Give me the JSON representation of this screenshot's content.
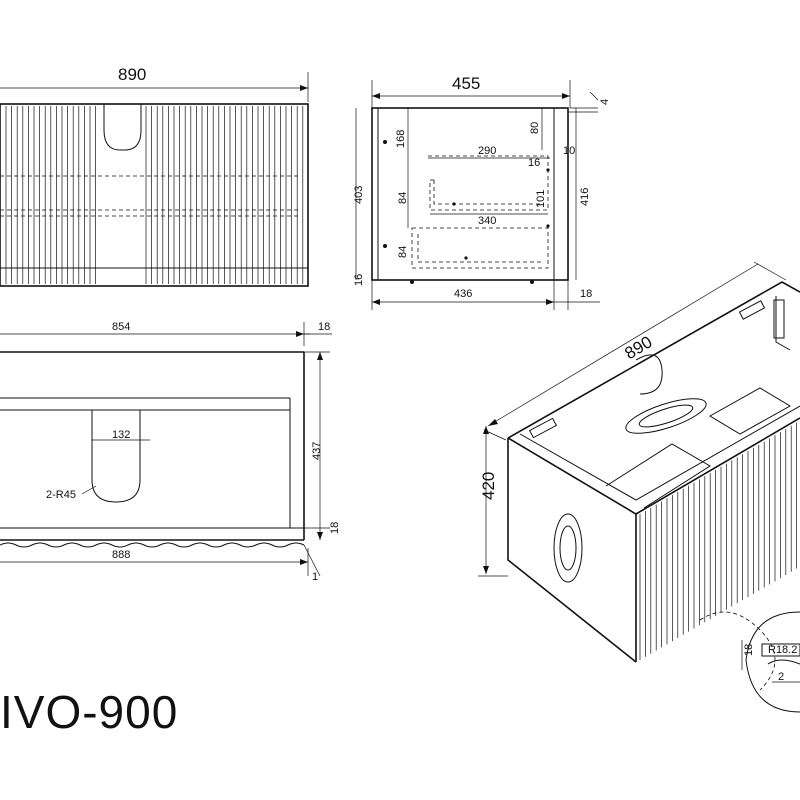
{
  "model_name": "IVO-900",
  "front_view": {
    "width": "890"
  },
  "side_view": {
    "depth_top": "455",
    "depth_bottom": "436",
    "side_thickness_right": "18",
    "top_gap": "4",
    "dims": {
      "d168": "168",
      "d80": "80",
      "d290": "290",
      "d16a": "16",
      "d10": "10",
      "d403": "403",
      "d84a": "84",
      "d101": "101",
      "d340": "340",
      "d416": "416",
      "d84b": "84",
      "d16b": "16"
    }
  },
  "top_view": {
    "width_inner": "854",
    "width_outer": "888",
    "cutout": "132",
    "radius": "2-R45",
    "depth": "437",
    "thick_top": "18",
    "thick_bottom": "18",
    "lip": "1"
  },
  "iso_view": {
    "width": "890",
    "height": "420"
  },
  "detail": {
    "radius": "R18.2",
    "height": "18",
    "gap": "2"
  }
}
